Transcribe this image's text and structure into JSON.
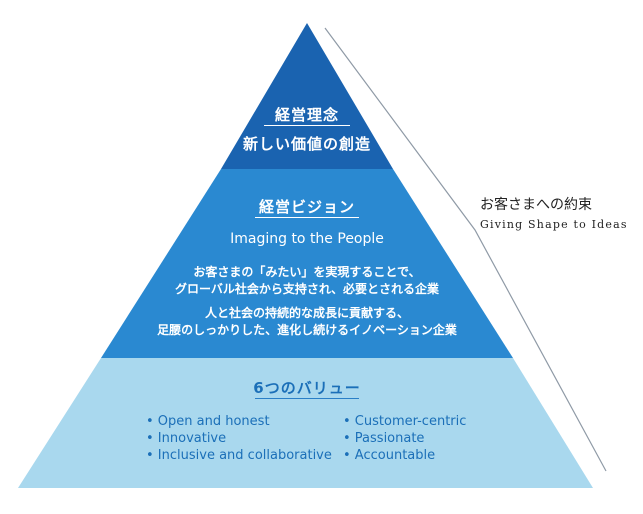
{
  "colors": {
    "tier_top": "#1a63b0",
    "tier_middle": "#2a89d1",
    "tier_bottom": "#a9d8ee",
    "value_text": "#1b6fb8",
    "bracket": "#8f9aa6"
  },
  "tiers": {
    "philosophy": {
      "heading": "経営理念",
      "tagline": "新しい価値の創造"
    },
    "vision": {
      "heading": "経営ビジョン",
      "english": "Imaging to the People",
      "lines": [
        "お客さまの「みたい」を実現することで、",
        "グローバル社会から支持され、必要とされる企業",
        "人と社会の持続的な成長に貢献する、",
        "足腰のしっかりした、進化し続けるイノベーション企業"
      ]
    },
    "values": {
      "heading": "6つのバリュー",
      "left": [
        "• Open and honest",
        "• Innovative",
        "• Inclusive and collaborative"
      ],
      "right": [
        "• Customer-centric",
        "• Passionate",
        "• Accountable"
      ]
    }
  },
  "promise": {
    "jp": "お客さまへの約束",
    "en": "Giving Shape to Ideas"
  }
}
